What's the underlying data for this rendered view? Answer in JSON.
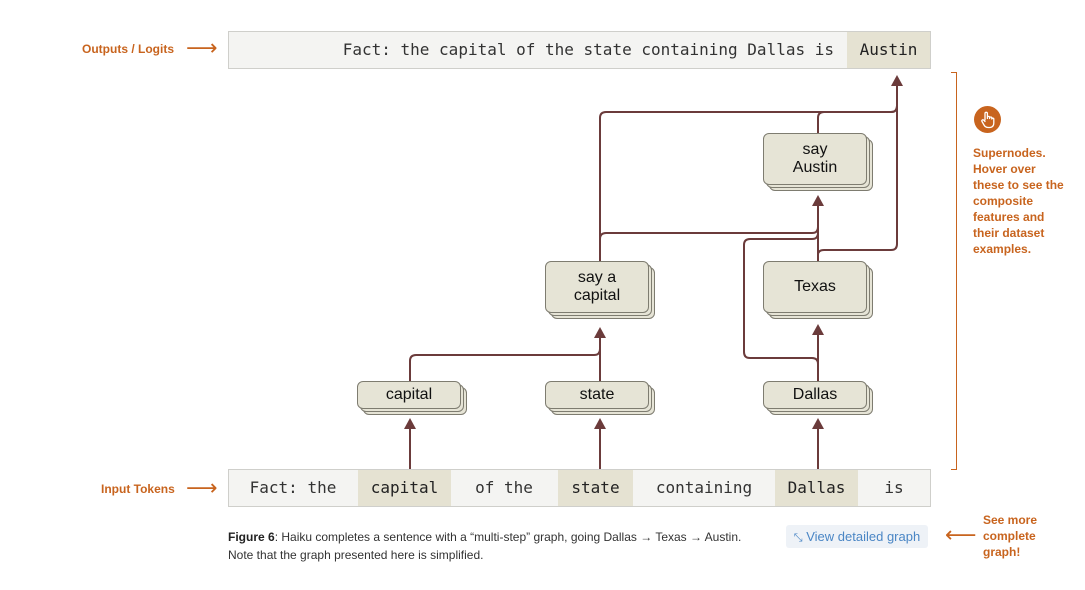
{
  "annotations": {
    "outputs_label": "Outputs / Logits",
    "input_label": "Input Tokens",
    "supernodes_note": "Supernodes. Hover over these to see the composite features and their dataset examples.",
    "see_more_note": "See more complete graph!"
  },
  "output_bar": {
    "prompt": "Fact: the capital of the state containing Dallas is",
    "prediction": "Austin"
  },
  "input_tokens": [
    {
      "text": "Fact: the",
      "highlighted": false
    },
    {
      "text": "capital",
      "highlighted": true
    },
    {
      "text": "of the",
      "highlighted": false
    },
    {
      "text": "state",
      "highlighted": true
    },
    {
      "text": "containing",
      "highlighted": false
    },
    {
      "text": "Dallas",
      "highlighted": true
    },
    {
      "text": "is",
      "highlighted": false
    }
  ],
  "nodes": {
    "capital": "capital",
    "state": "state",
    "dallas": "Dallas",
    "say_a_capital": "say a capital",
    "texas": "Texas",
    "say_austin": "say Austin"
  },
  "caption": {
    "figure_label": "Figure 6",
    "text": ": Haiku completes a sentence with a “multi-step” graph, going Dallas → Texas → Austin.  Note that the graph presented here is simplified."
  },
  "view_button": {
    "icon": "expand-arrows-icon",
    "label": "View detailed graph"
  },
  "colors": {
    "accent": "#c8641e",
    "edge": "#6b3b3b",
    "node_fill": "#e6e4d6",
    "token_highlight": "#e5e2d2",
    "link": "#4a86c5"
  }
}
